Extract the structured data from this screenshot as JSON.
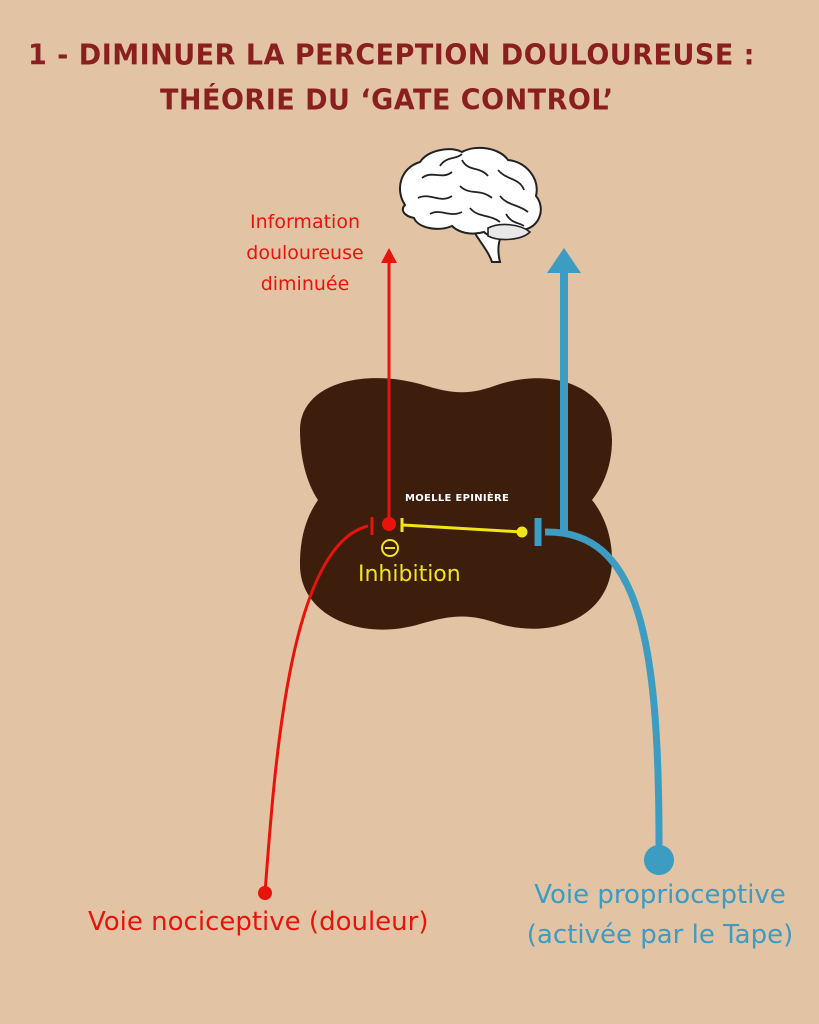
{
  "title": {
    "line1": "1 - DIMINUER LA PERCEPTION DOULOUREUSE :",
    "line2": "THÉORIE DU ‘GATE CONTROL’"
  },
  "labels": {
    "info_line1": "Information",
    "info_line2": "douloureuse",
    "info_line3": "diminuée",
    "spinal_cord": "MOELLE EPINIÈRE",
    "inhibition_symbol": "⊖",
    "inhibition": "Inhibition",
    "nociceptive": "Voie nociceptive (douleur)",
    "proprio_line1": "Voie proprioceptive",
    "proprio_line2": "(activée par le Tape)"
  },
  "icons": {
    "brain": "brain-icon"
  },
  "colors": {
    "background": "#e2c3a3",
    "title": "#8a1f1f",
    "spinal_cord": "#3d1e0c",
    "nociceptive": "#e8140c",
    "proprioceptive": "#3c9cc2",
    "inhibition": "#f1e41b"
  }
}
